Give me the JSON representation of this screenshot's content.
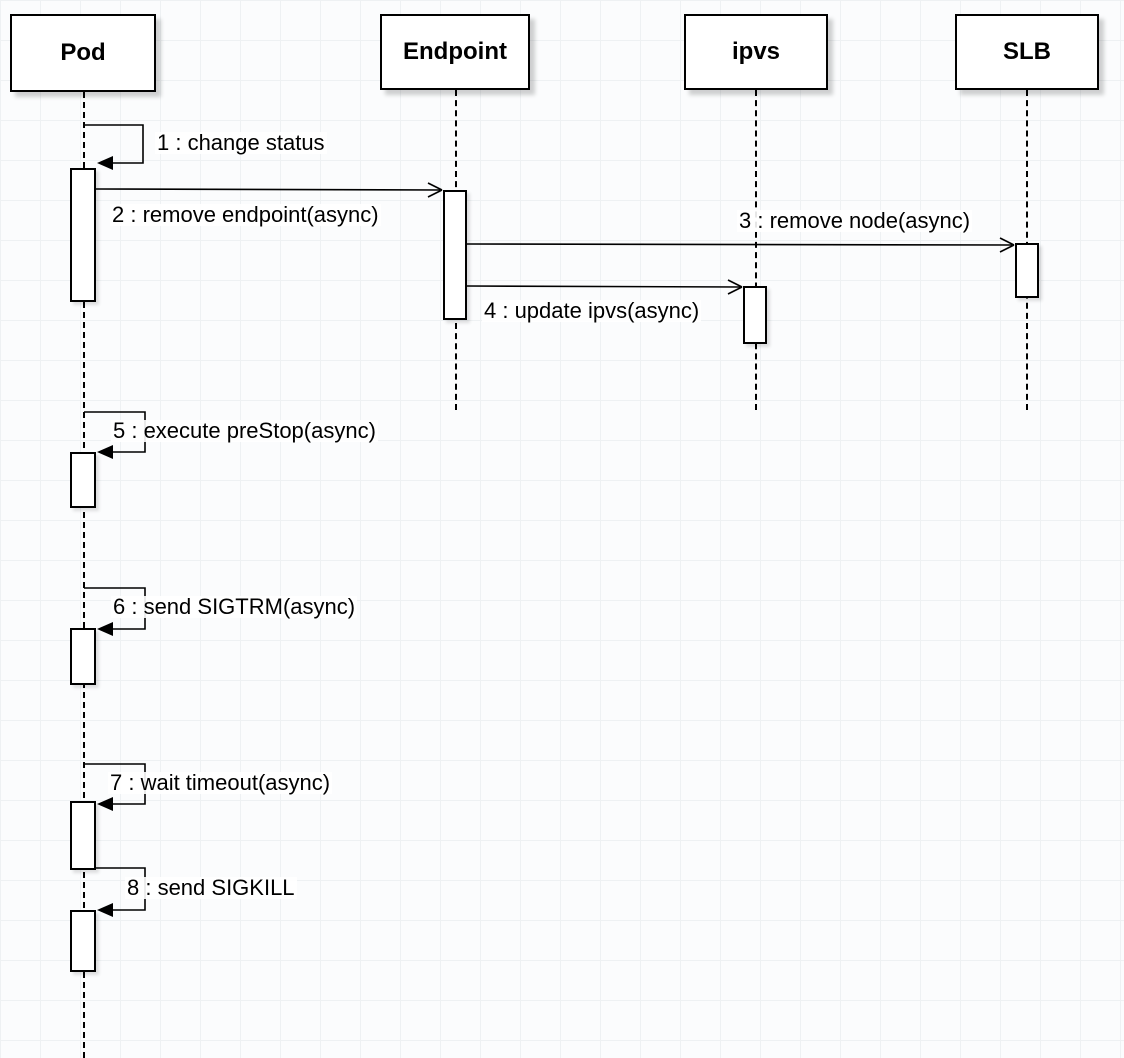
{
  "actors": [
    {
      "label": "Pod"
    },
    {
      "label": "Endpoint"
    },
    {
      "label": "ipvs"
    },
    {
      "label": "SLB"
    }
  ],
  "messages": [
    {
      "label": "1 : change status"
    },
    {
      "label": "2 : remove endpoint(async)"
    },
    {
      "label": "3 : remove node(async)"
    },
    {
      "label": "4 : update ipvs(async)"
    },
    {
      "label": "5 : execute preStop(async)"
    },
    {
      "label": "6 : send SIGTRM(async)"
    },
    {
      "label": "7 : wait timeout(async)"
    },
    {
      "label": "8 : send SIGKILL"
    }
  ],
  "colors": {
    "line": "#000000",
    "shape_fill": "#ffffff",
    "grid": "#eef1f3",
    "background": "#fbfcfd"
  }
}
